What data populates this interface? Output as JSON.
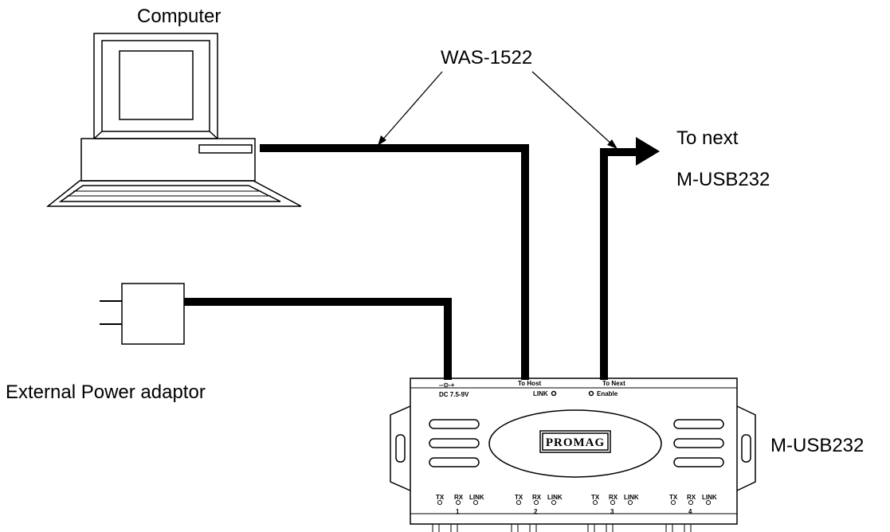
{
  "labels": {
    "computer": "Computer",
    "cable": "WAS-1522",
    "next_line1": "To next",
    "next_line2": "M-USB232",
    "power": "External Power adaptor",
    "device": "M-USB232"
  },
  "device_panel": {
    "power_symbol": "--⊙-+",
    "power_rating": "DC 7.5-9V",
    "to_host": "To Host",
    "link": "LINK",
    "to_next": "To Next",
    "enable": "Enable",
    "brand": "PROMAG"
  },
  "ports": [
    {
      "tx": "TX",
      "rx": "RX",
      "link": "LINK",
      "number": "1"
    },
    {
      "tx": "TX",
      "rx": "RX",
      "link": "LINK",
      "number": "2"
    },
    {
      "tx": "TX",
      "rx": "RX",
      "link": "LINK",
      "number": "3"
    },
    {
      "tx": "TX",
      "rx": "RX",
      "link": "LINK",
      "number": "4"
    }
  ]
}
